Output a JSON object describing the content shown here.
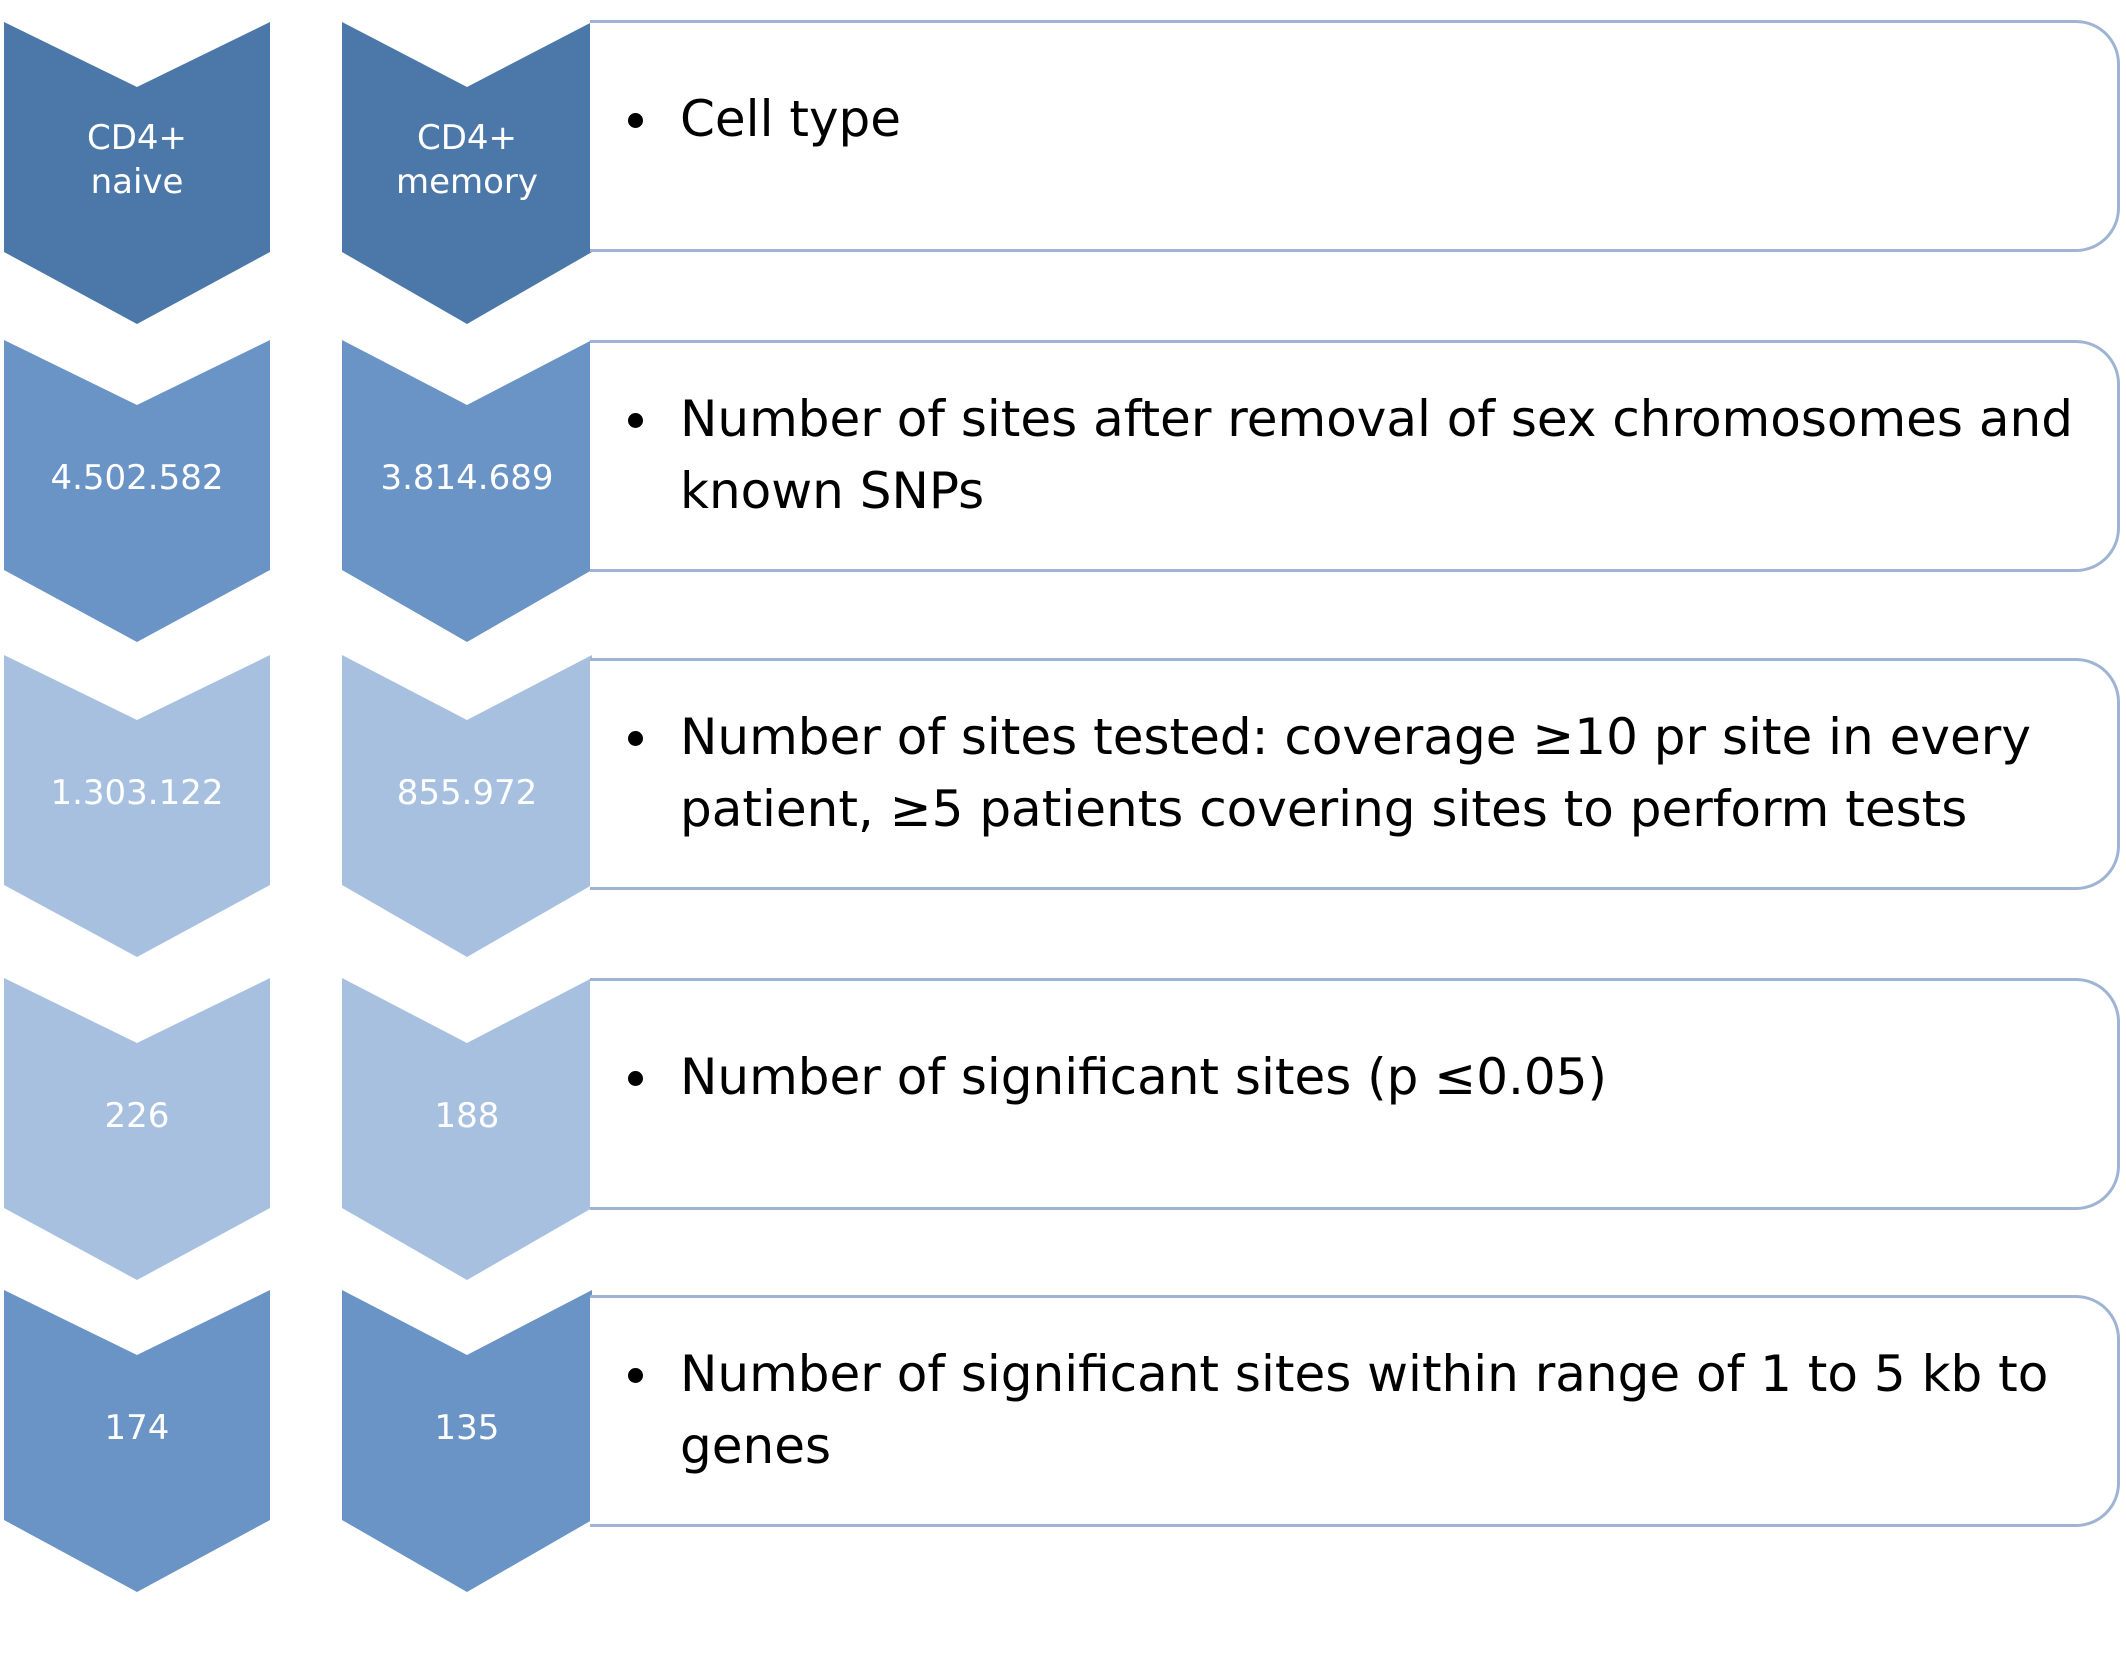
{
  "colors": {
    "dark": "#4b78a8",
    "medium": "#6a93c6",
    "light": "#a7c0e0",
    "border": "#9fb4d2"
  },
  "left_column": [
    {
      "label": "CD4+\nnaive",
      "color": "dark"
    },
    {
      "label": "4.502.582",
      "color": "medium"
    },
    {
      "label": "1.303.122",
      "color": "light"
    },
    {
      "label": "226",
      "color": "light"
    },
    {
      "label": "174",
      "color": "medium"
    }
  ],
  "right_column": [
    {
      "label": "CD4+\nmemory",
      "color": "dark"
    },
    {
      "label": "3.814.689",
      "color": "medium"
    },
    {
      "label": "855.972",
      "color": "light"
    },
    {
      "label": "188",
      "color": "light"
    },
    {
      "label": "135",
      "color": "medium"
    }
  ],
  "steps": [
    {
      "text": "Cell type"
    },
    {
      "text": "Number of sites after removal of sex chromosomes and known SNPs"
    },
    {
      "text": "Number of sites tested: coverage ≥10 pr site in every patient, ≥5 patients covering sites to perform tests"
    },
    {
      "text": "Number of significant sites (p ≤0.05)"
    },
    {
      "text": "Number of significant sites within range of 1 to 5 kb to genes"
    }
  ]
}
